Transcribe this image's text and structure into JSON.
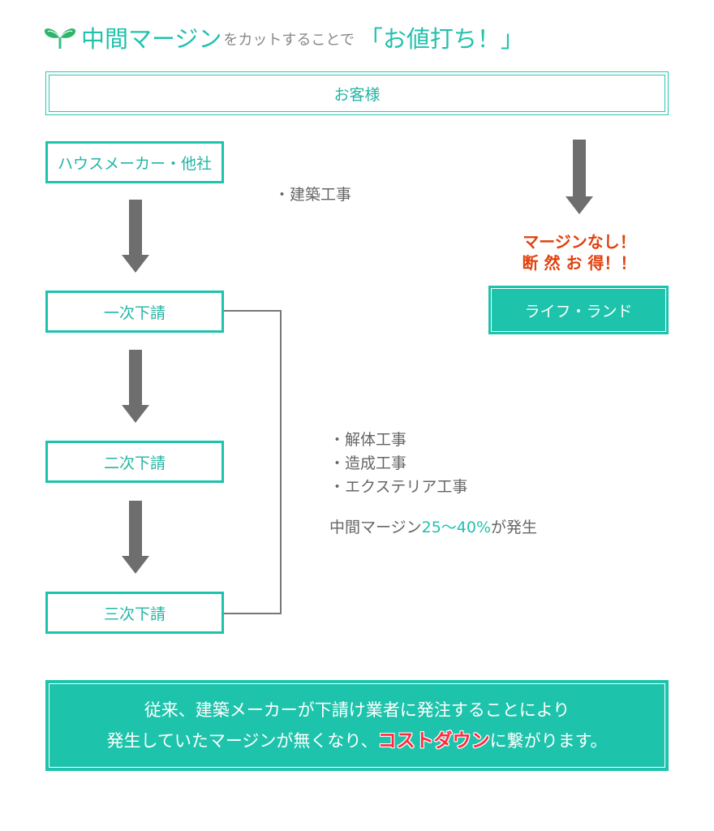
{
  "title": {
    "main": "中間マージン",
    "small": "をカットすることで",
    "accent": "「お値打ち！」",
    "icon": "sprout-icon"
  },
  "customer": {
    "label": "お客様"
  },
  "left_chain": {
    "house_maker": "ハウスメーカー・他社",
    "first": "一次下請",
    "second": "二次下請",
    "third": "三次下請"
  },
  "notes": {
    "construction": "・建築工事",
    "works": [
      "・解体工事",
      "・造成工事",
      "・エクステリア工事"
    ],
    "margin_prefix": "中間マージン",
    "margin_value": "25〜40%",
    "margin_suffix": "が発生"
  },
  "right_side": {
    "no_margin_line1": "マージンなし！",
    "no_margin_line2": "断 然 お 得！！",
    "company": "ライフ・ランド"
  },
  "banner": {
    "line1": "従来、建築メーカーが下請け業者に発注することにより",
    "line2_prefix": "発生していたマージンが無くなり、",
    "line2_highlight": "コストダウン",
    "line2_suffix": "に繋がります。"
  },
  "colors": {
    "accent": "#1ec3ab",
    "text_gray": "#666666",
    "arrow_gray": "#6e6e6e",
    "alert_orange": "#e0420f",
    "highlight_red": "#ff2a3d"
  }
}
